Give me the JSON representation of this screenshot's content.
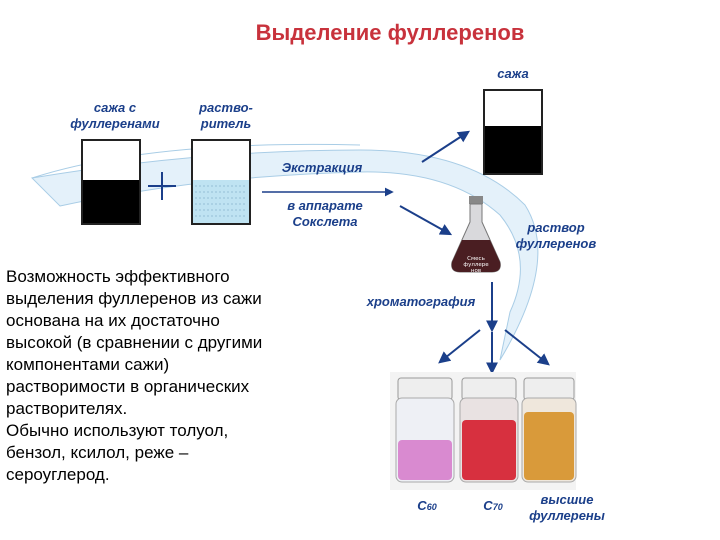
{
  "title": "Выделение фуллеренов",
  "labels": {
    "soot_top": "сажа",
    "soot_with_fullerenes": [
      "сажа с",
      "фуллеренами"
    ],
    "solvent": [
      "раство-",
      "ритель"
    ],
    "extraction": "Экстракция",
    "soxhlet": [
      "в аппарате",
      "Сокслета"
    ],
    "fullerene_solution": [
      "раствор",
      "фуллеренов"
    ],
    "chromatography": "хроматография",
    "flask_label": [
      "Смесь",
      "фуллере",
      "нов"
    ],
    "c60_main": "C",
    "c60_sub": "60",
    "c70_main": "C",
    "c70_sub": "70",
    "higher": [
      "высшие",
      "фуллерены"
    ]
  },
  "body_text": [
    "Возможность эффективного",
    "выделения фуллеренов из сажи",
    "основана на их достаточно",
    "высокой (в сравнении с другими",
    "компонентами сажи)",
    "растворимости в органических",
    "растворителях.",
    "Обычно используют толуол,",
    "бензол, ксилол, реже –",
    "сероуглерод."
  ],
  "colors": {
    "title": "#c8323c",
    "label": "#1b3f8a",
    "arrow": "#1b3f8a",
    "band": "#e4f1fa",
    "solvent": "#bfe3f2",
    "jar_c60": "#d98ad0",
    "jar_c70": "#d7303f",
    "jar_higher": "#d99a3a"
  },
  "icons": [
    "beaker-icon",
    "flask-icon",
    "plus-icon",
    "arrow-icon",
    "jar-icon"
  ]
}
